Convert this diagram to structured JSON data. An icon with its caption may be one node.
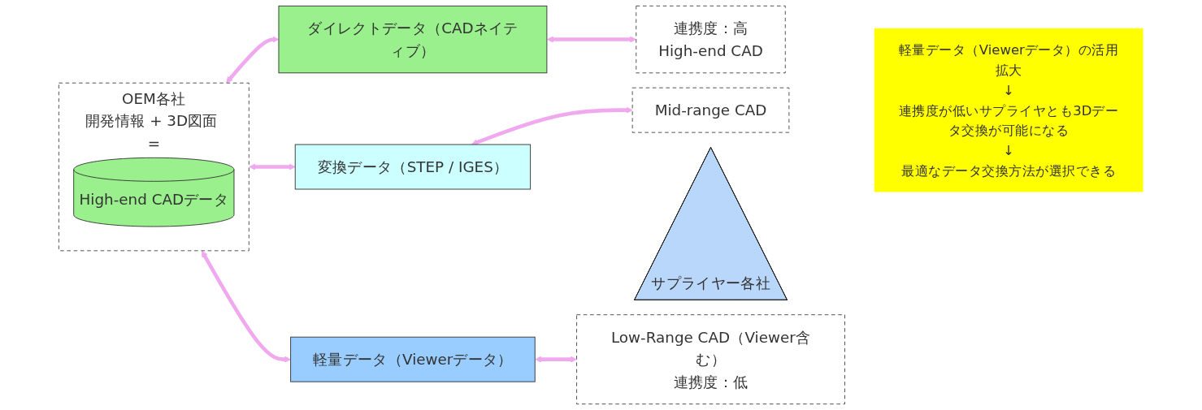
{
  "diagram": {
    "nodes": [
      {
        "text": [
          "OEM各社",
          "開発情報 + 3D図面 ="
        ]
      },
      {
        "text": [
          "High-end CADデータ"
        ],
        "in": 0
      },
      {
        "text": [
          "ダイレクトデータ（CADネイティブ）"
        ]
      },
      {
        "text": [
          "変換データ（STEP / IGES）"
        ]
      },
      {
        "text": [
          "軽量データ（Viewerデータ）"
        ]
      },
      {
        "text": [
          "サプライヤー各社"
        ]
      },
      {
        "text": [
          "連携度：高",
          "High-end CAD"
        ]
      },
      {
        "text": [
          "Mid-range CAD"
        ]
      },
      {
        "text": [
          "Low-Range CAD（Viewer含む）",
          "連携度：低"
        ]
      },
      {
        "text": [
          "軽量データ（Viewerデータ）の活用拡大",
          "↓",
          "連携度が低いサプライヤとも3Dデータ交換が可能になる",
          "↓",
          "最適なデータ交換方法が選択できる"
        ]
      }
    ],
    "edges": [
      {
        "from": 0,
        "to": 2,
        "arrow": "both"
      },
      {
        "from": 2,
        "to": 6,
        "arrow": "both"
      },
      {
        "from": 0,
        "to": 3,
        "arrow": "both"
      },
      {
        "from": 3,
        "to": 7,
        "arrow": "both"
      },
      {
        "from": 0,
        "to": 4,
        "arrow": "both"
      },
      {
        "from": 4,
        "to": 8,
        "arrow": "both"
      }
    ]
  }
}
